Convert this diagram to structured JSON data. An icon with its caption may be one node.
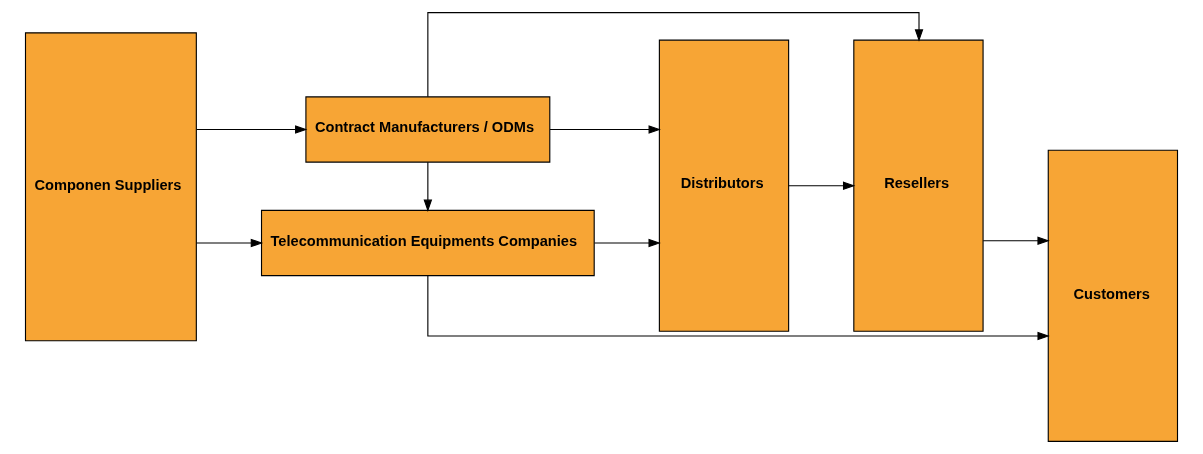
{
  "diagram": {
    "nodes": [
      {
        "text": [
          "Componen Suppliers"
        ]
      },
      {
        "text": [
          "Telecommunication Equipments Companies"
        ]
      },
      {
        "text": [
          "Contract Manufacturers / ODMs"
        ]
      },
      {
        "text": [
          "Distributors"
        ]
      },
      {
        "text": [
          "Resellers"
        ]
      },
      {
        "text": [
          "Customers"
        ]
      }
    ],
    "edges": [
      {
        "from": 0,
        "to": 1,
        "arrow": "to"
      },
      {
        "from": 0,
        "to": 2,
        "arrow": "to"
      },
      {
        "from": 2,
        "to": 1,
        "arrow": "to"
      },
      {
        "from": 2,
        "to": 3,
        "arrow": "to"
      },
      {
        "from": 1,
        "to": 3,
        "arrow": "to"
      },
      {
        "from": 1,
        "to": 5,
        "arrow": "to"
      },
      {
        "from": 3,
        "to": 4,
        "arrow": "to"
      },
      {
        "from": 4,
        "to": 5,
        "arrow": "to"
      },
      {
        "from": 2,
        "to": 4,
        "arrow": "to"
      }
    ]
  }
}
